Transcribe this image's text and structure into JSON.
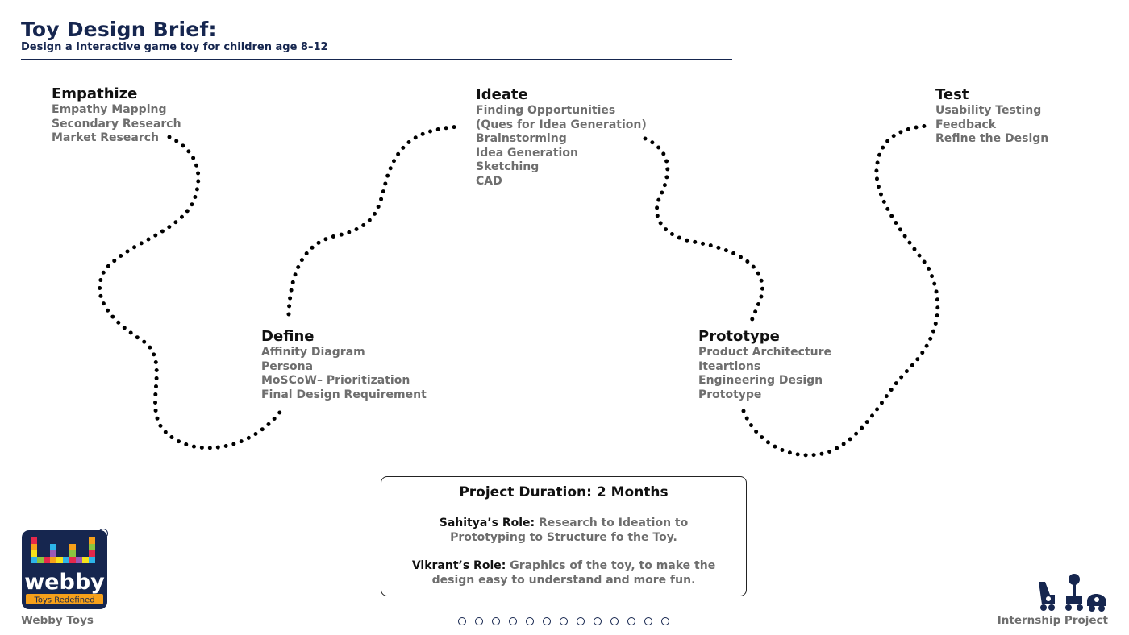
{
  "header": {
    "title": "Toy Design Brief:",
    "subtitle": "Design a Interactive game toy for children age 8–12"
  },
  "stages": [
    {
      "title": "Empathize",
      "items": [
        "Empathy Mapping",
        "Secondary Research",
        "Market Research"
      ]
    },
    {
      "title": "Define",
      "items": [
        "Affinity Diagram",
        "Persona",
        "MoSCoW– Prioritization",
        "Final Design Requirement"
      ]
    },
    {
      "title": "Ideate",
      "items": [
        "Finding Opportunities",
        "(Ques for Idea Generation)",
        "Brainstorming",
        "Idea Generation",
        "Sketching",
        "CAD"
      ]
    },
    {
      "title": "Prototype",
      "items": [
        "Product Architecture",
        "Iteartions",
        "Engineering Design",
        "Prototype"
      ]
    },
    {
      "title": "Test",
      "items": [
        "Usability Testing",
        "Feedback",
        "Refine the Design"
      ]
    }
  ],
  "info": {
    "title": "Project Duration: 2 Months",
    "roles": [
      {
        "name": "Sahitya’s Role:",
        "text": "Research to Ideation to Prototyping to Structure fo the Toy."
      },
      {
        "name": "Vikrant’s Role:",
        "text": "Graphics of the toy, to make the design easy to understand and more fun."
      }
    ]
  },
  "brand": {
    "logo_word": "webby",
    "tagline": "Toys Redefined",
    "registered": "R",
    "caption": "Webby Toys"
  },
  "footer": {
    "caption": "Internship Project",
    "dot_count": 13
  },
  "colors": {
    "navy": "#16264f",
    "gray_text": "#6e6e6e",
    "path": "#000000"
  }
}
